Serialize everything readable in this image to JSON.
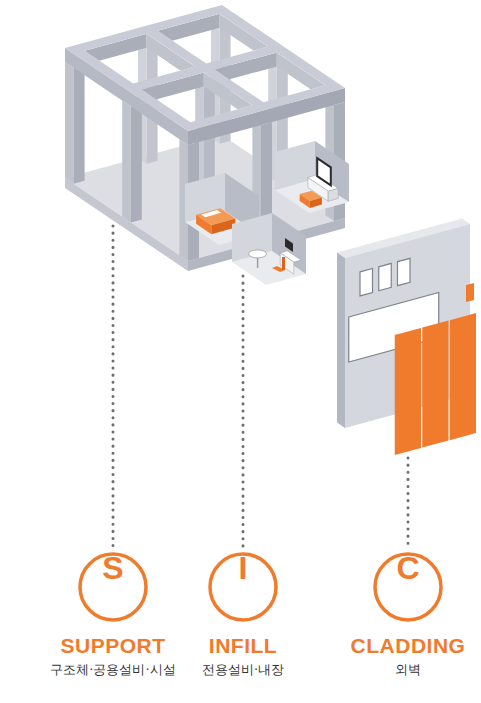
{
  "diagram": {
    "nodes": [
      {
        "text": [
          "S",
          "SUPPORT",
          "구조체·공용설비·시설"
        ]
      },
      {
        "text": [
          "I",
          "INFILL",
          "전용설비·내장"
        ]
      },
      {
        "text": [
          "C",
          "CLADDING",
          "외벽"
        ]
      }
    ]
  }
}
